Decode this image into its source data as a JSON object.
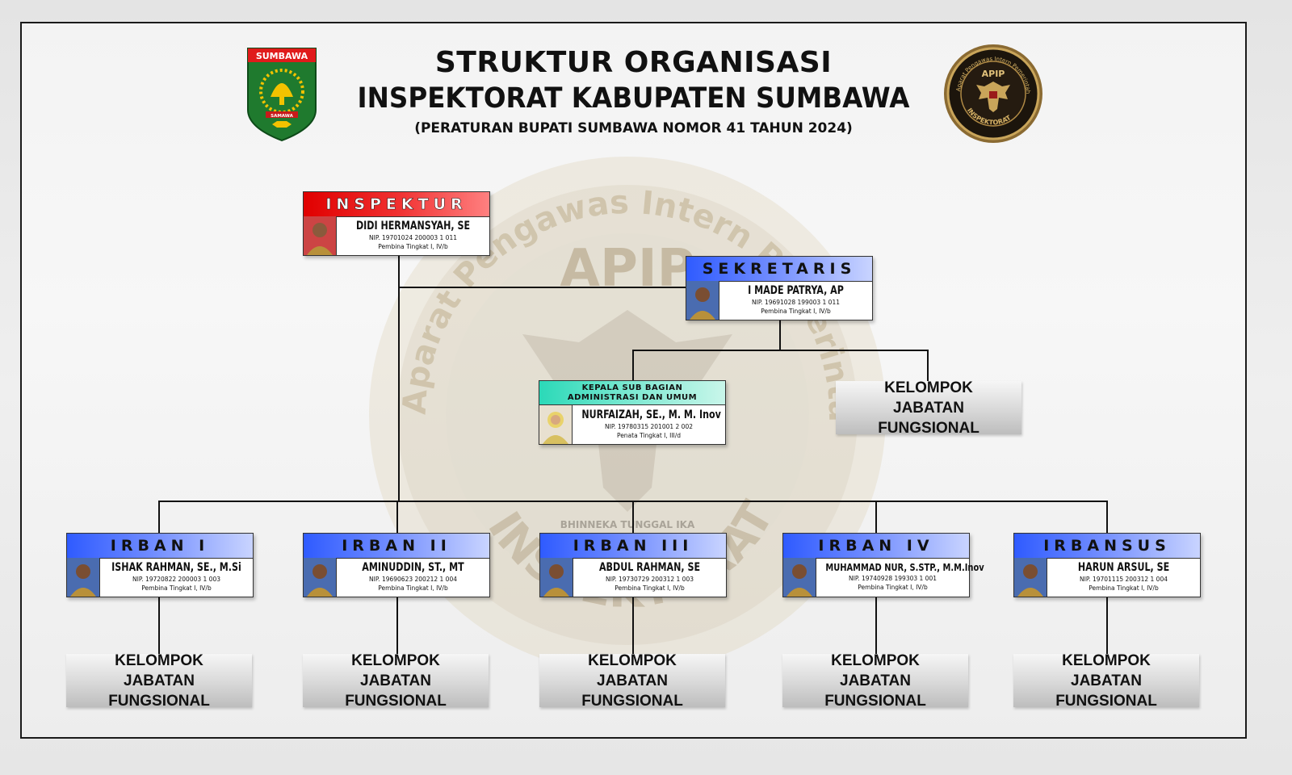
{
  "header": {
    "title_line1": "STRUKTUR ORGANISASI",
    "title_line2": "INSPEKTORAT KABUPATEN SUMBAWA",
    "title_line3": "(PERATURAN BUPATI SUMBAWA NOMOR 41 TAHUN 2024)"
  },
  "logos": {
    "left_text": "SUMBAWA",
    "left_motto": "SAMAWA",
    "right_ring_text": "Aparat Pengawas Intern Pemerintah",
    "right_center": "APIP",
    "right_bottom": "INSPEKTORAT"
  },
  "watermark": {
    "ring_text": "Aparat Pengawas Intern Pemerintah",
    "center": "APIP",
    "bottom": "INSPEKTORAT",
    "motto": "BHINNEKA TUNGGAL IKA"
  },
  "inspektur": {
    "position": "INSPEKTUR",
    "name": "DIDI HERMANSYAH, SE",
    "nip": "NIP. 19701024 200003 1 011",
    "rank": "Pembina Tingkat I, IV/b"
  },
  "sekretaris": {
    "position": "SEKRETARIS",
    "name": "I MADE PATRYA, AP",
    "nip": "NIP. 19691028 199003 1 011",
    "rank": "Pembina Tingkat I, IV/b"
  },
  "kasubbag": {
    "position_line1": "KEPALA SUB BAGIAN",
    "position_line2": "ADMINISTRASI DAN UMUM",
    "name": "NURFAIZAH, SE., M. M. Inov",
    "nip": "NIP. 19780315 201001 2 002",
    "rank": "Penata Tingkat I, III/d"
  },
  "sekretariat_kjf": "KELOMPOK JABATAN FUNGSIONAL",
  "irban": [
    {
      "position": "IRBAN I",
      "name": "ISHAK RAHMAN, SE., M.Si",
      "nip": "NIP. 19720822 200003 1 003",
      "rank": "Pembina Tingkat I, IV/b",
      "kjf": "KELOMPOK JABATAN FUNGSIONAL"
    },
    {
      "position": "IRBAN II",
      "name": "AMINUDDIN, ST., MT",
      "nip": "NIP. 19690623 200212 1 004",
      "rank": "Pembina Tingkat I, IV/b",
      "kjf": "KELOMPOK JABATAN FUNGSIONAL"
    },
    {
      "position": "IRBAN III",
      "name": "ABDUL RAHMAN, SE",
      "nip": "NIP. 19730729 200312 1 003",
      "rank": "Pembina Tingkat I, IV/b",
      "kjf": "KELOMPOK JABATAN FUNGSIONAL"
    },
    {
      "position": "IRBAN IV",
      "name": "MUHAMMAD NUR, S.STP., M.M.Inov",
      "nip": "NIP. 19740928 199303 1 001",
      "rank": "Pembina Tingkat I, IV/b",
      "kjf": "KELOMPOK JABATAN FUNGSIONAL"
    },
    {
      "position": "IRBANSUS",
      "name": "HARUN ARSUL, SE",
      "nip": "NIP. 19701115 200312 1 004",
      "rank": "Pembina Tingkat I, IV/b",
      "kjf": "KELOMPOK JABATAN FUNGSIONAL"
    }
  ],
  "colors": {
    "inspektur_header": "#e00000",
    "sekretaris_header": "#2f5bff",
    "kasubbag_header": "#2bd9b8",
    "irban_header": "#2f5bff",
    "kjf_box": "#d8d8d8"
  }
}
